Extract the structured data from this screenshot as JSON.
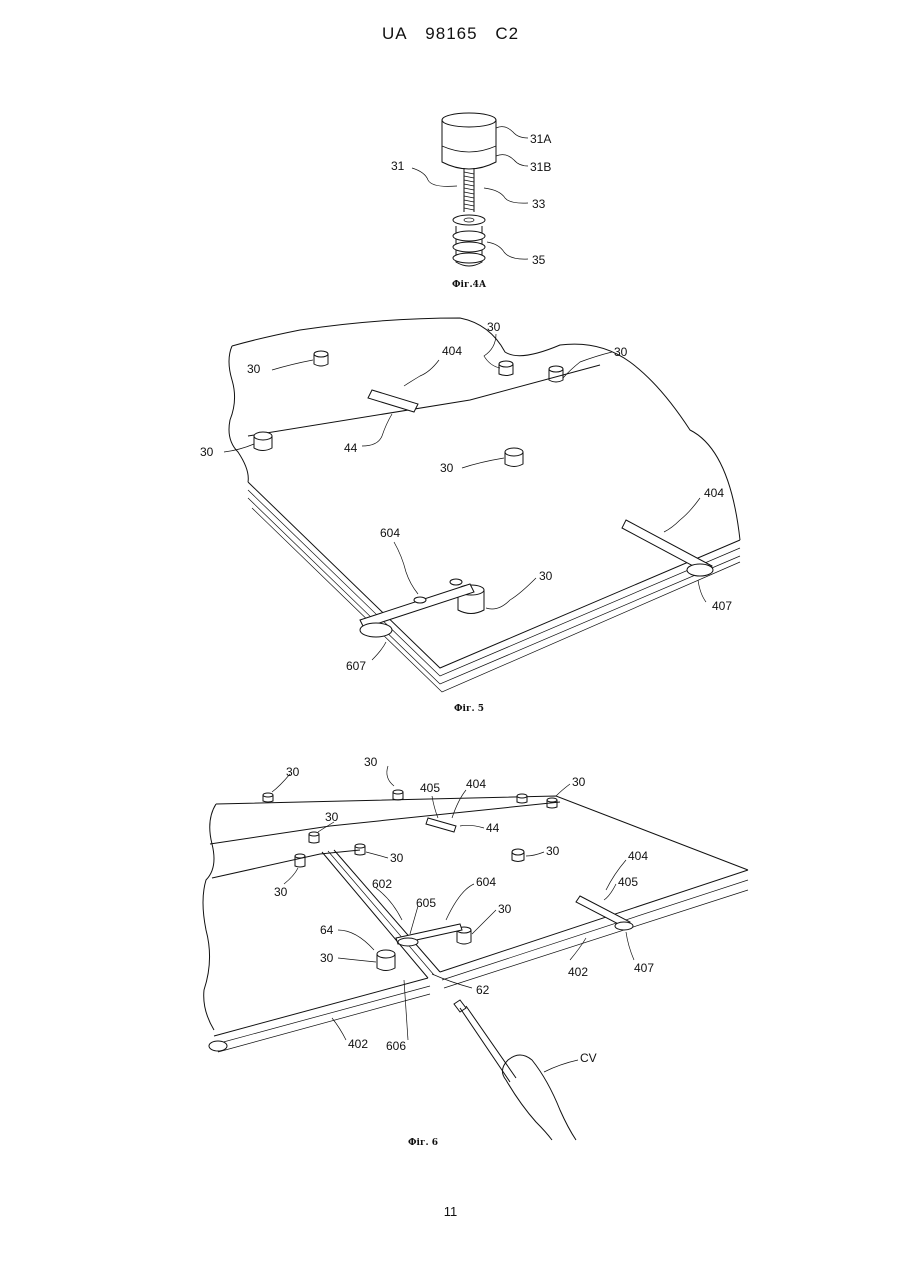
{
  "header": {
    "doc_code": "UA",
    "number": "98165",
    "kind": "C2"
  },
  "page_number": "11",
  "fig4a": {
    "caption": "Фіг.4А",
    "labels": {
      "l31a": "31A",
      "l31b": "31B",
      "l31": "31",
      "l33": "33",
      "l35": "35"
    }
  },
  "fig5": {
    "caption": "Фіг. 5",
    "labels": {
      "a30": "30",
      "b30": "30",
      "c30": "30",
      "d30": "30",
      "e30": "30",
      "f30": "30",
      "l404a": "404",
      "l404b": "404",
      "l44": "44",
      "l604": "604",
      "l607": "607",
      "l407": "407"
    }
  },
  "fig6": {
    "caption": "Фіг. 6",
    "labels": {
      "a30": "30",
      "b30": "30",
      "c30": "30",
      "d30": "30",
      "e30": "30",
      "f30": "30",
      "g30": "30",
      "h30": "30",
      "i30": "30",
      "l405a": "405",
      "l404a": "404",
      "l44": "44",
      "l404b": "404",
      "l405b": "405",
      "l602": "602",
      "l604": "604",
      "l605": "605",
      "l64": "64",
      "l62": "62",
      "l402a": "402",
      "l402b": "402",
      "l606": "606",
      "l407": "407",
      "lcv": "CV"
    }
  }
}
